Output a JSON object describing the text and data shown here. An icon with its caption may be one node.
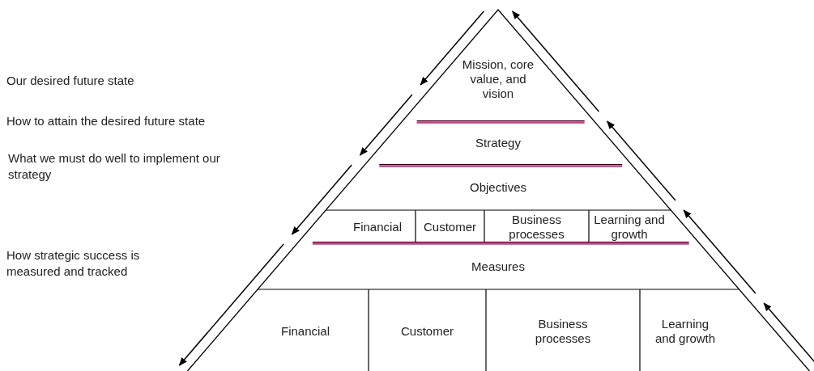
{
  "diagram": {
    "nodes": [
      {
        "text": [
          "Mission, core value, and vision"
        ]
      },
      {
        "text": [
          "Strategy"
        ]
      },
      {
        "text": [
          "Objectives"
        ]
      },
      {
        "text": [
          "Financial"
        ]
      },
      {
        "text": [
          "Customer"
        ]
      },
      {
        "text": [
          "Business processes"
        ]
      },
      {
        "text": [
          "Learning and growth"
        ]
      },
      {
        "text": [
          "Measures"
        ]
      },
      {
        "text": [
          "Financial"
        ]
      },
      {
        "text": [
          "Customer"
        ]
      },
      {
        "text": [
          "Business processes"
        ]
      },
      {
        "text": [
          "Learning and growth"
        ]
      }
    ],
    "edges": [],
    "labels": [
      "Our desired future state",
      "How to attain the desired future state",
      "What we must do well to implement our strategy",
      "How strategic success is measured and tracked"
    ]
  }
}
